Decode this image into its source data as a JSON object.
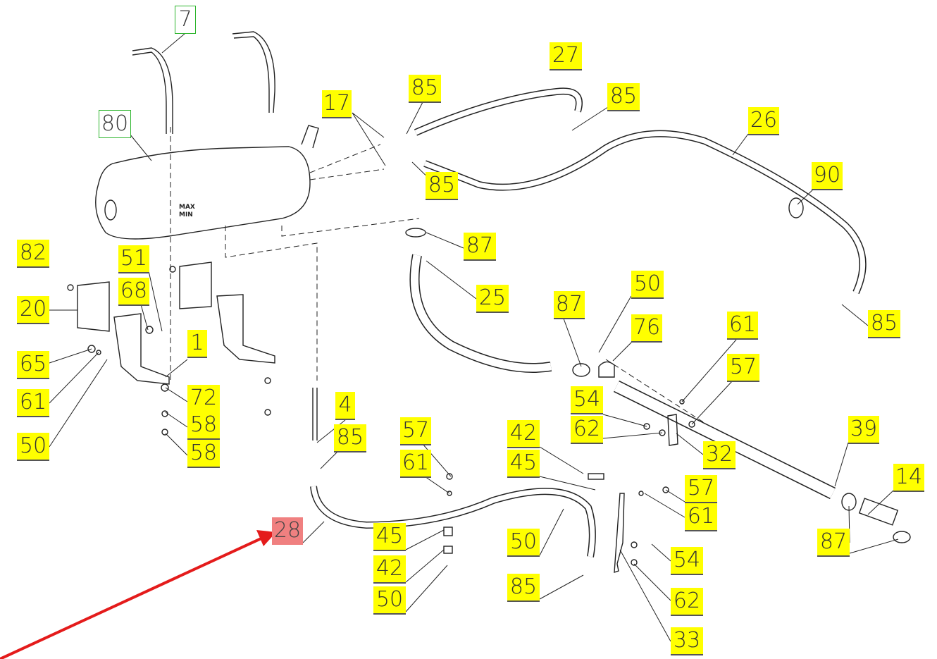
{
  "colors": {
    "callout": "#ffff00",
    "highlight": "#f08080",
    "reference_box": "#2db52d",
    "arrow": "#e41b1b",
    "lines": "#222222"
  },
  "labels": [
    {
      "text": "7",
      "style": "green"
    },
    {
      "text": "80",
      "style": "green"
    },
    {
      "text": "27"
    },
    {
      "text": "17"
    },
    {
      "text": "85"
    },
    {
      "text": "85"
    },
    {
      "text": "26"
    },
    {
      "text": "85"
    },
    {
      "text": "90"
    },
    {
      "text": "87"
    },
    {
      "text": "82"
    },
    {
      "text": "51"
    },
    {
      "text": "68"
    },
    {
      "text": "20"
    },
    {
      "text": "50"
    },
    {
      "text": "87"
    },
    {
      "text": "25"
    },
    {
      "text": "76"
    },
    {
      "text": "61"
    },
    {
      "text": "85"
    },
    {
      "text": "65"
    },
    {
      "text": "1"
    },
    {
      "text": "57"
    },
    {
      "text": "54"
    },
    {
      "text": "72"
    },
    {
      "text": "61"
    },
    {
      "text": "4"
    },
    {
      "text": "39"
    },
    {
      "text": "58"
    },
    {
      "text": "62"
    },
    {
      "text": "32"
    },
    {
      "text": "85"
    },
    {
      "text": "57"
    },
    {
      "text": "42"
    },
    {
      "text": "14"
    },
    {
      "text": "50"
    },
    {
      "text": "58"
    },
    {
      "text": "61"
    },
    {
      "text": "45"
    },
    {
      "text": "57"
    },
    {
      "text": "61"
    },
    {
      "text": "28",
      "style": "red"
    },
    {
      "text": "45"
    },
    {
      "text": "50"
    },
    {
      "text": "87"
    },
    {
      "text": "54"
    },
    {
      "text": "42"
    },
    {
      "text": "85"
    },
    {
      "text": "50"
    },
    {
      "text": "62"
    },
    {
      "text": "33"
    }
  ],
  "tank_markings": {
    "max": "MAX",
    "min": "MIN"
  }
}
